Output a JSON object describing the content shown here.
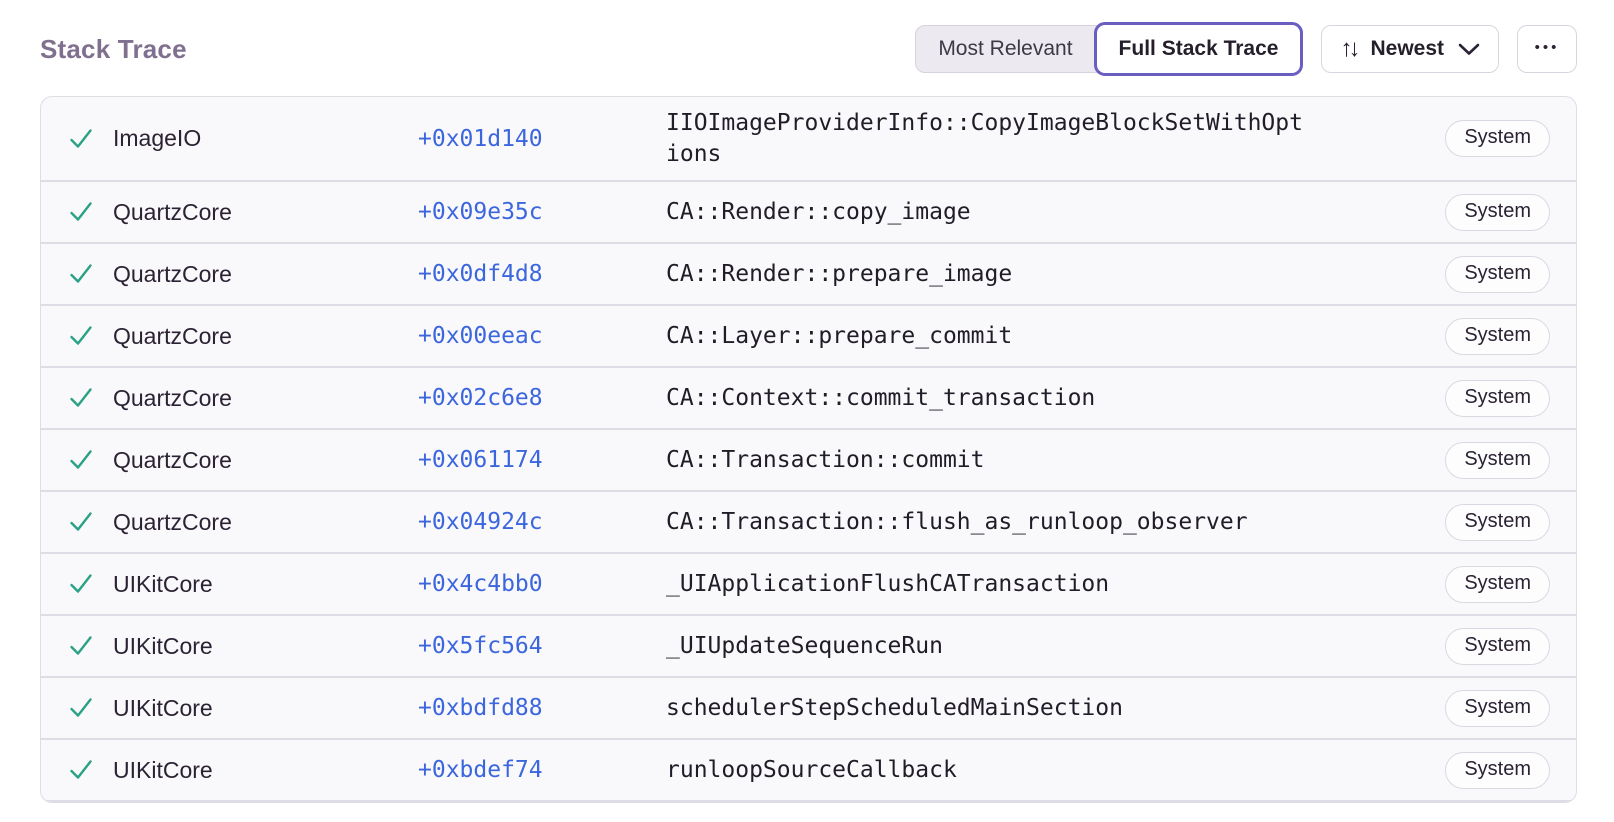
{
  "colors": {
    "accent_purple": "#6A5FC1",
    "link_blue": "#3B66DE",
    "success_green": "#2BA185",
    "heading_purple": "#80708F"
  },
  "header": {
    "title": "Stack Trace"
  },
  "toolbar": {
    "view_options": [
      {
        "label": "Most Relevant",
        "active": false
      },
      {
        "label": "Full Stack Trace",
        "active": true
      }
    ],
    "sort": {
      "icon": "↑↓",
      "label": "Newest"
    },
    "more_icon": "•••"
  },
  "stack_trace": {
    "frames": [
      {
        "status_icon": "checkmark",
        "module": "ImageIO",
        "address": "+0x01d140",
        "function": "IIOImageProviderInfo::CopyImageBlockSetWithOptions",
        "tag": "System"
      },
      {
        "status_icon": "checkmark",
        "module": "QuartzCore",
        "address": "+0x09e35c",
        "function": "CA::Render::copy_image",
        "tag": "System"
      },
      {
        "status_icon": "checkmark",
        "module": "QuartzCore",
        "address": "+0x0df4d8",
        "function": "CA::Render::prepare_image",
        "tag": "System"
      },
      {
        "status_icon": "checkmark",
        "module": "QuartzCore",
        "address": "+0x00eeac",
        "function": "CA::Layer::prepare_commit",
        "tag": "System"
      },
      {
        "status_icon": "checkmark",
        "module": "QuartzCore",
        "address": "+0x02c6e8",
        "function": "CA::Context::commit_transaction",
        "tag": "System"
      },
      {
        "status_icon": "checkmark",
        "module": "QuartzCore",
        "address": "+0x061174",
        "function": "CA::Transaction::commit",
        "tag": "System"
      },
      {
        "status_icon": "checkmark",
        "module": "QuartzCore",
        "address": "+0x04924c",
        "function": "CA::Transaction::flush_as_runloop_observer",
        "tag": "System"
      },
      {
        "status_icon": "checkmark",
        "module": "UIKitCore",
        "address": "+0x4c4bb0",
        "function": "_UIApplicationFlushCATransaction",
        "tag": "System"
      },
      {
        "status_icon": "checkmark",
        "module": "UIKitCore",
        "address": "+0x5fc564",
        "function": "_UIUpdateSequenceRun",
        "tag": "System"
      },
      {
        "status_icon": "checkmark",
        "module": "UIKitCore",
        "address": "+0xbdfd88",
        "function": "schedulerStepScheduledMainSection",
        "tag": "System"
      },
      {
        "status_icon": "checkmark",
        "module": "UIKitCore",
        "address": "+0xbdef74",
        "function": "runloopSourceCallback",
        "tag": "System"
      }
    ]
  }
}
